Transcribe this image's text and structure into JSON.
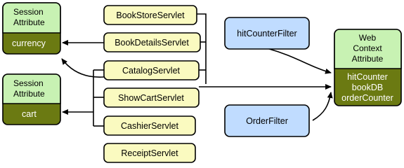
{
  "attributes": {
    "session_currency": {
      "heading": [
        "Session",
        "Attribute"
      ],
      "value": "currency"
    },
    "session_cart": {
      "heading": [
        "Session",
        "Attribute"
      ],
      "value": "cart"
    },
    "web_context": {
      "heading": [
        "Web",
        "Context",
        "Attribute"
      ],
      "values": [
        "hitCounter",
        "bookDB",
        "orderCounter"
      ]
    }
  },
  "servlets": [
    "BookStoreServlet",
    "BookDetailsServlet",
    "CatalogServlet",
    "ShowCartServlet",
    "CashierServlet",
    "ReceiptServlet"
  ],
  "filters": {
    "hit_counter": "hitCounterFilter",
    "order": "OrderFilter"
  },
  "colors": {
    "attr_header_fill": "#c8f2b3",
    "attr_body_fill": "#6b7a12",
    "servlet_fill": "#fafac0",
    "filter_fill": "#c0dcff",
    "stroke": "#000000"
  }
}
